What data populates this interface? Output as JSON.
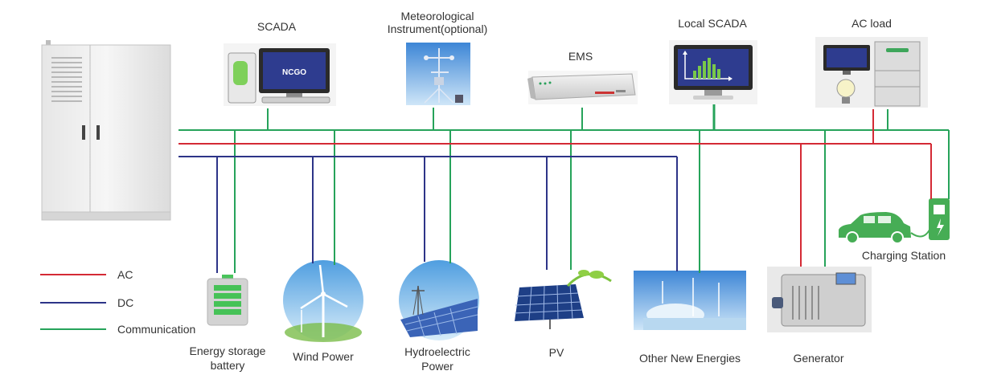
{
  "labels": {
    "scada": "SCADA",
    "meteo_line1": "Meteorological",
    "meteo_line2": "Instrument(optional)",
    "ems": "EMS",
    "local_scada": "Local SCADA",
    "ac_load": "AC load",
    "charging_station": "Charging Station",
    "energy_storage_line1": "Energy storage",
    "energy_storage_line2": "battery",
    "wind_power": "Wind Power",
    "hydro_line1": "Hydroelectric",
    "hydro_line2": "Power",
    "pv": "PV",
    "other_new_energies": "Other New Energies",
    "generator": "Generator",
    "scada_screen_text": "NCGO"
  },
  "legend": {
    "ac": "AC",
    "dc": "DC",
    "communication": "Communication"
  },
  "colors": {
    "ac": "#d42a35",
    "dc": "#2d3488",
    "communication": "#26a35a"
  }
}
